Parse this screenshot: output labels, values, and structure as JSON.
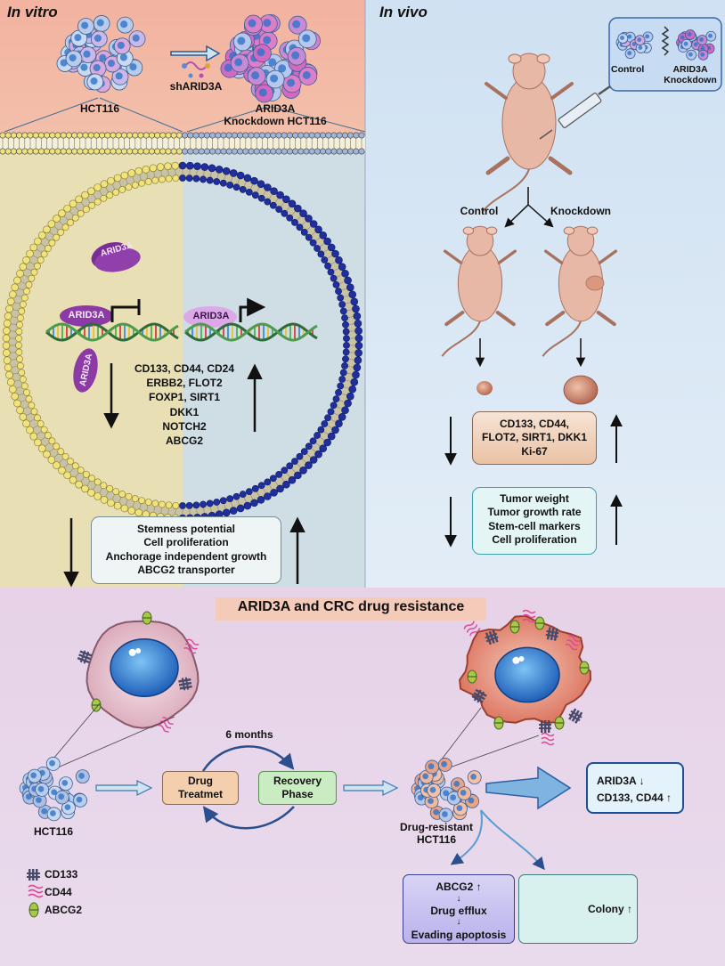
{
  "panels": {
    "in_vitro_title": "In vitro",
    "in_vivo_title": "In vivo",
    "drug_title": "ARID3A and CRC drug resistance"
  },
  "in_vitro": {
    "cell_label": "HCT116",
    "treatment_label": "shARID3A",
    "knockdown_label_line1": "ARID3A",
    "knockdown_label_line2": "Knockdown HCT116",
    "protein_labels": [
      "ARID3A",
      "ARID3A",
      "ARID3A",
      "ARID3A"
    ],
    "genes": [
      "CD133, CD44, CD24",
      "ERBB2, FLOT2",
      "FOXP1, SIRT1",
      "DKK1",
      "NOTCH2",
      "ABCG2"
    ],
    "phenotypes": [
      "Stemness potential",
      "Cell proliferation",
      "Anchorage independent growth",
      "ABCG2 transporter"
    ]
  },
  "in_vivo": {
    "inset_control": "Control",
    "inset_knockdown_line1": "ARID3A",
    "inset_knockdown_line2": "Knockdown",
    "branch_control": "Control",
    "branch_knockdown": "Knockdown",
    "markers": [
      "CD133, CD44,",
      "FLOT2, SIRT1, DKK1",
      "Ki-67"
    ],
    "outcomes": [
      "Tumor weight",
      "Tumor growth rate",
      "Stem-cell markers",
      "Cell proliferation"
    ]
  },
  "drug": {
    "start_cell_label": "HCT116",
    "duration_label": "6 months",
    "drug_box_line1": "Drug",
    "drug_box_line2": "Treatmet",
    "recovery_box_line1": "Recovery",
    "recovery_box_line2": "Phase",
    "resistant_label_line1": "Drug-resistant",
    "resistant_label_line2": "HCT116",
    "result_line1": "ARID3A",
    "result_line2": "CD133, CD44",
    "abcg2_box": [
      "ABCG2",
      "Drug efflux",
      "Evading apoptosis"
    ],
    "colony_label": "Colony",
    "legend": [
      "CD133",
      "CD44",
      "ABCG2"
    ]
  },
  "colors": {
    "in_vitro_top": "#f2b9a4",
    "in_vitro_bottom": "#f8e6c8",
    "in_vivo_bg": "#d7e6f3",
    "drug_bg": "#e8d7ea",
    "arid3a_purple": "#8b3aa6",
    "arid3a_light": "#d9a6e6",
    "membrane_yellow": "#f1e37a",
    "membrane_blue": "#1f2f9e",
    "box_teal": "#e0f4f4",
    "box_peach": "#f3cfae"
  }
}
